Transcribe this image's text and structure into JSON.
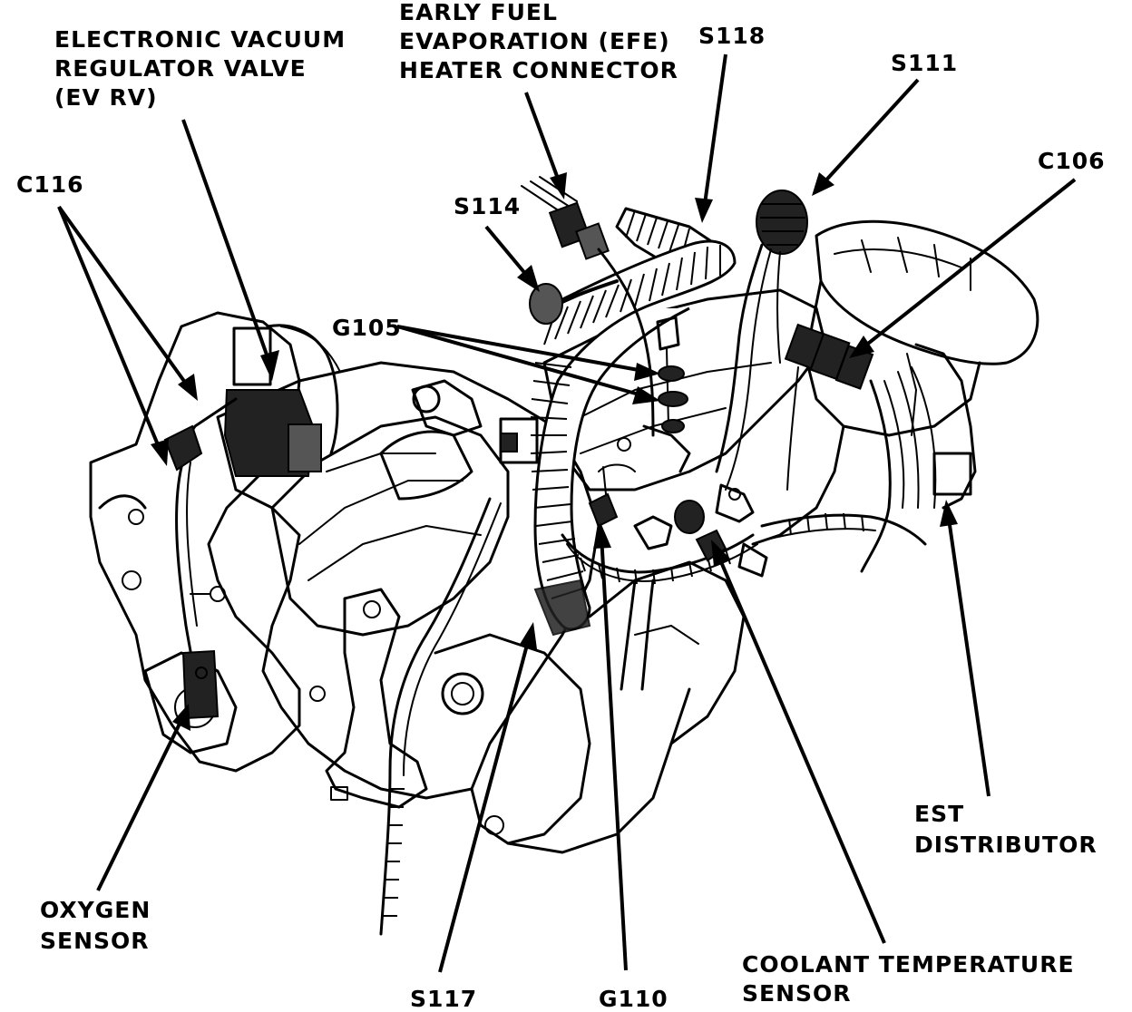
{
  "labels": {
    "evrv": [
      "ELECTRONIC VACUUM",
      "REGULATOR VALVE",
      "(EV RV)"
    ],
    "efe": [
      "EARLY FUEL",
      "EVAPORATION (EFE)",
      "HEATER CONNECTOR"
    ],
    "s118": "S118",
    "s111": "S111",
    "c116": "C116",
    "s114": "S114",
    "c106": "C106",
    "g105": "G105",
    "oxygen": [
      "OXYGEN",
      "SENSOR"
    ],
    "est": [
      "EST",
      "DISTRIBUTOR"
    ],
    "s117": "S117",
    "g110": "G110",
    "coolant": [
      "COOLANT TEMPERATURE",
      "SENSOR"
    ]
  },
  "colors": {
    "ink": "#000000",
    "paper": "#ffffff"
  }
}
